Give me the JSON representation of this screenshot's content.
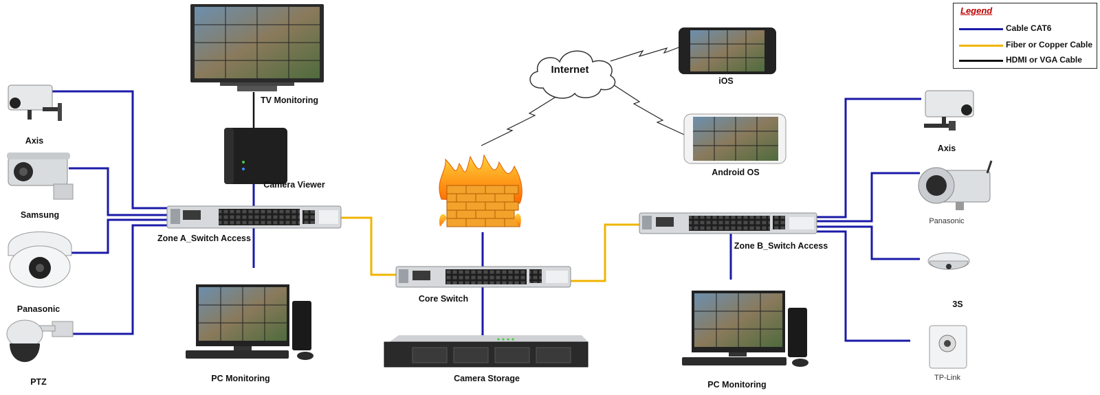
{
  "colors": {
    "cat6": "#1a1aa8",
    "fiber": "#f0b400",
    "hdmi": "#111111",
    "legend_title": "#c00000"
  },
  "legend": {
    "title": "Legend",
    "items": [
      {
        "label": "Cable CAT6",
        "color": "#1a1aa8"
      },
      {
        "label": "Fiber or Copper Cable",
        "color": "#f0b400"
      },
      {
        "label": "HDMI or VGA Cable",
        "color": "#111111"
      }
    ]
  },
  "labels": {
    "axis_left": "Axis",
    "samsung": "Samsung",
    "panasonic_left": "Panasonic",
    "ptz": "PTZ",
    "tv_monitoring": "TV Monitoring",
    "camera_viewer": "Camera Viewer",
    "zone_a": "Zone A_Switch Access",
    "pc_monitoring_left": "PC Monitoring",
    "internet": "Internet",
    "core_switch": "Core Switch",
    "camera_storage": "Camera Storage",
    "ios": "iOS",
    "android": "Android OS",
    "zone_b": "Zone B_Switch Access",
    "pc_monitoring_right": "PC Monitoring",
    "axis_right": "Axis",
    "panasonic_right": "Panasonic",
    "three_s": "3S",
    "tp_link": "TP-Link"
  }
}
